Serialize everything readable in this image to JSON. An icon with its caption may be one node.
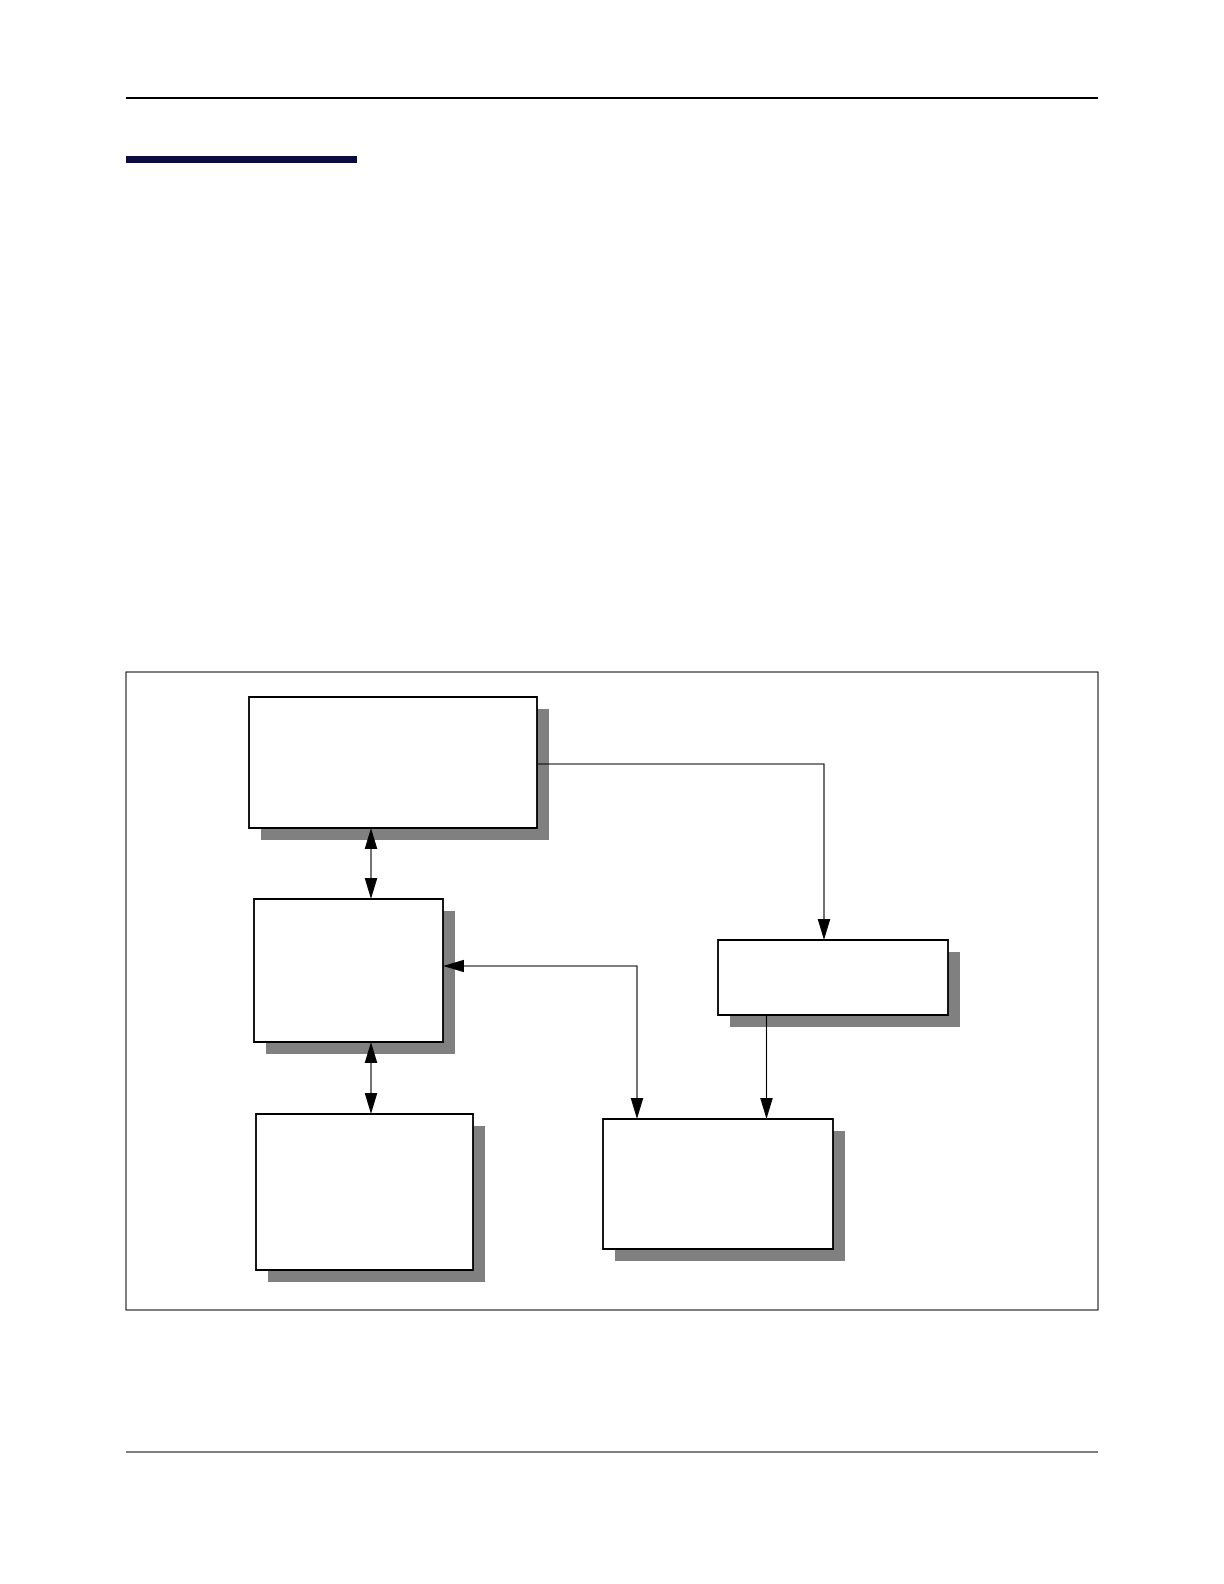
{
  "diagram": {
    "nodes": [
      {
        "text": [],
        "shape": "box"
      },
      {
        "text": [],
        "shape": "box"
      },
      {
        "text": [],
        "shape": "box"
      },
      {
        "text": [],
        "shape": "box"
      },
      {
        "text": [],
        "shape": "box"
      }
    ],
    "edges": [
      {
        "from": 0,
        "to": 1,
        "arrow": "both"
      },
      {
        "from": 1,
        "to": 3,
        "arrow": "both"
      },
      {
        "from": 0,
        "to": 2,
        "arrow": "to"
      },
      {
        "from": 1,
        "to": 4,
        "arrow": "both"
      },
      {
        "from": 2,
        "to": 4,
        "arrow": "to"
      }
    ]
  }
}
